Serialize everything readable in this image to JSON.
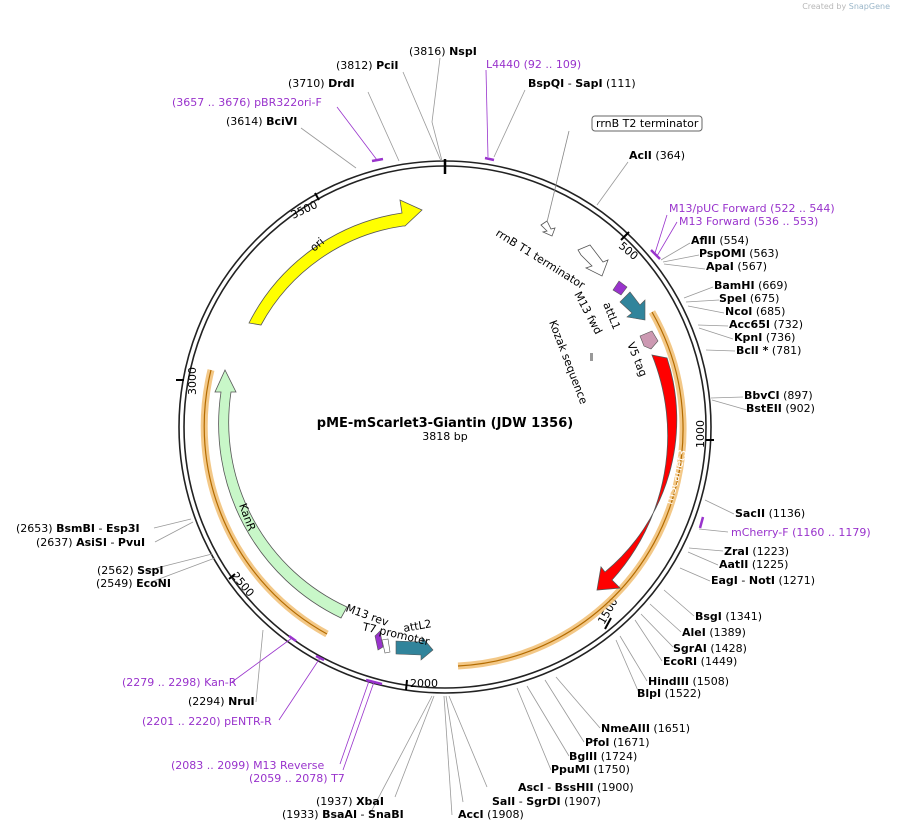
{
  "credit": {
    "prefix": "Created by",
    "brand": "SnapGene"
  },
  "plasmid": {
    "name": "pME-mScarlet3-Giantin (JDW 1356)",
    "size": "3818 bp"
  },
  "ticks": [
    "500",
    "1000",
    "1500",
    "2000",
    "2500",
    "3000",
    "3500"
  ],
  "features": {
    "ori": "ori",
    "kanr": "KanR",
    "mscarlet3": "mScarlet3",
    "rrnb_t1": "rrnB T1 terminator",
    "rrnb_t2": "rrnB T2 terminator",
    "m13fwd": "M13 fwd",
    "attl1": "attL1",
    "v5": "V5 tag",
    "kozak": "Kozak sequence",
    "t7promoter": "T7 promoter",
    "m13rev": "M13 rev",
    "attl2": "attL2"
  },
  "labels": {
    "nspi": {
      "pos": "(3816)",
      "name": "NspI"
    },
    "pcii": {
      "pos": "(3812)",
      "name": "PciI"
    },
    "drdi": {
      "pos": "(3710)",
      "name": "DrdI"
    },
    "pbr": {
      "pos": "(3657 .. 3676)",
      "name": "pBR322ori-F"
    },
    "bcivi": {
      "pos": "(3614)",
      "name": "BciVI"
    },
    "l4440": {
      "name": "L4440",
      "pos": "(92 .. 109)"
    },
    "bspqi": {
      "name": "BspQI",
      "sep": "-",
      "name2": "SapI",
      "pos": "(111)"
    },
    "acli": {
      "name": "AclI",
      "pos": "(364)"
    },
    "m13puc": {
      "name": "M13/pUC Forward",
      "pos": "(522 .. 544)"
    },
    "m13f": {
      "name": "M13 Forward",
      "pos": "(536 .. 553)"
    },
    "aflii": {
      "name": "AflII",
      "pos": "(554)"
    },
    "pspomi": {
      "name": "PspOMI",
      "pos": "(563)"
    },
    "apai": {
      "name": "ApaI",
      "pos": "(567)"
    },
    "bamhi": {
      "name": "BamHI",
      "pos": "(669)"
    },
    "spei": {
      "name": "SpeI",
      "pos": "(675)"
    },
    "ncoi": {
      "name": "NcoI",
      "pos": "(685)"
    },
    "acc65i": {
      "name": "Acc65I",
      "pos": "(732)"
    },
    "kpni": {
      "name": "KpnI",
      "pos": "(736)"
    },
    "bcli": {
      "name": "BclI *",
      "pos": "(781)"
    },
    "bbvci": {
      "name": "BbvCI",
      "pos": "(897)"
    },
    "bsteii": {
      "name": "BstEII",
      "pos": "(902)"
    },
    "sacii": {
      "name": "SacII",
      "pos": "(1136)"
    },
    "mcherry": {
      "name": "mCherry-F",
      "pos": "(1160 .. 1179)"
    },
    "zrai": {
      "name": "ZraI",
      "pos": "(1223)"
    },
    "aatii": {
      "name": "AatII",
      "pos": "(1225)"
    },
    "eagi": {
      "name": "EagI",
      "sep": "-",
      "name2": "NotI",
      "pos": "(1271)"
    },
    "bsgi": {
      "name": "BsgI",
      "pos": "(1341)"
    },
    "alei": {
      "name": "AleI",
      "pos": "(1389)"
    },
    "sgrai": {
      "name": "SgrAI",
      "pos": "(1428)"
    },
    "ecori": {
      "name": "EcoRI",
      "pos": "(1449)"
    },
    "hindiii": {
      "name": "HindIII",
      "pos": "(1508)"
    },
    "blpi": {
      "name": "BlpI",
      "pos": "(1522)"
    },
    "nmeaiii": {
      "name": "NmeAIII",
      "pos": "(1651)"
    },
    "pfoi": {
      "name": "PfoI",
      "pos": "(1671)"
    },
    "bglii": {
      "name": "BglII",
      "pos": "(1724)"
    },
    "ppumi": {
      "name": "PpuMI",
      "pos": "(1750)"
    },
    "asci": {
      "name": "AscI",
      "sep": "-",
      "name2": "BssHII",
      "pos": "(1900)"
    },
    "sali": {
      "name": "SalI",
      "sep": "-",
      "name2": "SgrDI",
      "pos": "(1907)"
    },
    "acci": {
      "name": "AccI",
      "pos": "(1908)"
    },
    "xbai": {
      "pos": "(1937)",
      "name": "XbaI"
    },
    "bsaai": {
      "pos": "(1933)",
      "name": "BsaAI",
      "sep": "-",
      "name2": "SnaBI"
    },
    "m13r": {
      "pos": "(2083 .. 2099)",
      "name": "M13 Reverse"
    },
    "t7": {
      "pos": "(2059 .. 2078)",
      "name": "T7"
    },
    "pentr": {
      "pos": "(2201 .. 2220)",
      "name": "pENTR-R"
    },
    "nrui": {
      "pos": "(2294)",
      "name": "NruI"
    },
    "kanr_p": {
      "pos": "(2279 .. 2298)",
      "name": "Kan-R"
    },
    "econi": {
      "pos": "(2549)",
      "name": "EcoNI"
    },
    "sspi": {
      "pos": "(2562)",
      "name": "SspI"
    },
    "asisi": {
      "pos": "(2637)",
      "name": "AsiSI",
      "sep": "-",
      "name2": "PvuI"
    },
    "bsmbi": {
      "pos": "(2653)",
      "name": "BsmBI",
      "sep": "-",
      "name2": "Esp3I"
    }
  },
  "colors": {
    "ori": "#ffff00",
    "kanr": "#c8f7c8",
    "mscarlet3": "#ff0000",
    "att": "#31849b",
    "v5": "#cc99b2",
    "primer": "#9933cc",
    "orf": "#f2c27a"
  }
}
